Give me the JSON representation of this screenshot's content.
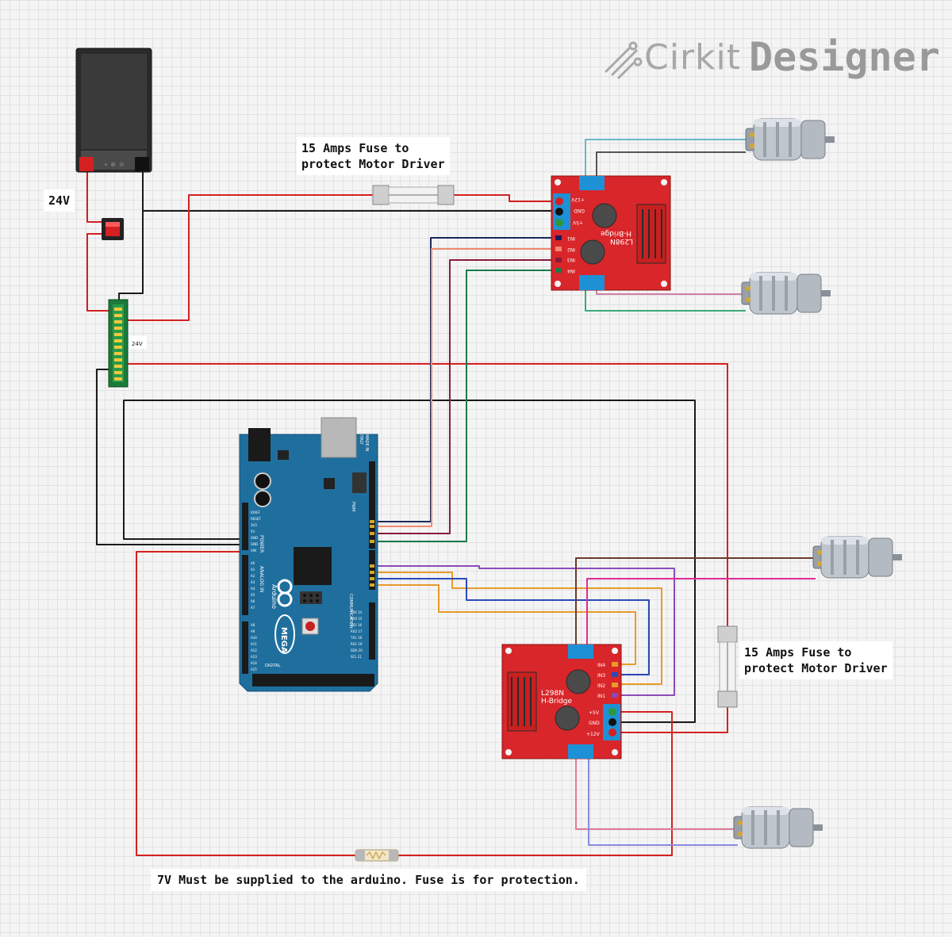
{
  "logo": {
    "brand": "Cirkit",
    "product": "Designer"
  },
  "notes": {
    "battery_voltage": "24V",
    "fuse_top": "15 Amps Fuse to\nprotect Motor Driver",
    "fuse_right": "15 Amps Fuse to\nprotect Motor Driver",
    "arduino_supply": "7V Must be supplied to the arduino. Fuse is for protection."
  },
  "terminal_block": {
    "label": "24V"
  },
  "driver_top": {
    "chip": "L298N",
    "type": "H-Bridge",
    "power_pins": [
      "+12V",
      "GND",
      "+5V"
    ],
    "logic_pins": [
      "IN1",
      "IN2",
      "IN3",
      "IN4"
    ]
  },
  "driver_bottom": {
    "chip": "L298N",
    "type": "H-Bridge",
    "logic_pins": [
      "IN4",
      "IN3",
      "IN2",
      "IN1"
    ],
    "power_pins": [
      "+5V",
      "GND",
      "+12V"
    ]
  },
  "arduino": {
    "brand": "Arduino",
    "model": "MEGA",
    "made_in": "MADE IN",
    "country": "ITALY",
    "power_header": "POWER",
    "analog_header": "ANALOG IN",
    "digital_header": "DIGITAL",
    "communication_header": "COMMUNICATION",
    "pwm_header": "PWM",
    "power_pins": [
      "IOREF",
      "RESET",
      "3V3",
      "5V",
      "GND",
      "GND",
      "VIN"
    ],
    "analog_pins": [
      "A0",
      "A1",
      "A2",
      "A3",
      "A4",
      "A5",
      "A6",
      "A7",
      "A8",
      "A9",
      "A10",
      "A11",
      "A12",
      "A13",
      "A14",
      "A15"
    ],
    "comm_pins": [
      "TX0 14",
      "RX0 15",
      "TX2 16",
      "RX2 17",
      "TX1 18",
      "RX1 19",
      "SDA 20",
      "SCL 21"
    ]
  },
  "colors": {
    "power": "#d42020",
    "ground": "#1a1a1a",
    "board_red": "#d8262a",
    "arduino_blue": "#1f6f9e",
    "terminal_blue": "#1e90d6",
    "wire_navy": "#1a2a5a",
    "wire_salmon": "#f08a70",
    "wire_maroon": "#8a1a3a",
    "wire_green": "#1a7a4a",
    "wire_purple": "#8a4ab8",
    "wire_orange": "#e89a2a",
    "wire_blue": "#2a4ab8",
    "wire_brown": "#6a3a2a",
    "wire_pink": "#e02a9a",
    "wire_teal": "#6ab8c8",
    "wire_lavender": "#8a8ae0"
  }
}
